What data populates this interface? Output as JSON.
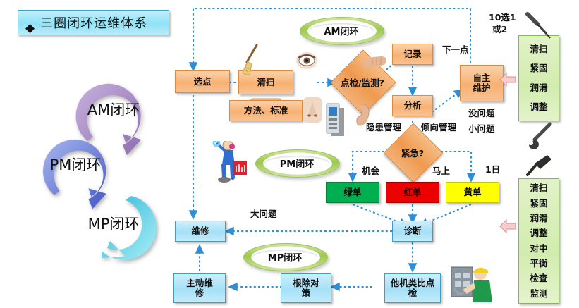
{
  "title": {
    "bullet": "◆",
    "text": "三圈闭环运维体系"
  },
  "colors": {
    "orange_node": "#f7b172",
    "blue_node": "#a5e0f7",
    "green_panel": "#d2ecaf",
    "green_card": "#00b050",
    "red_card": "#ec0000",
    "yellow_card": "#ffff00",
    "arrow_blue": "#2e8fd6",
    "title_cyan": "#8fe2f7",
    "ring_am": "#a98cc8",
    "ring_pm": "#6f83d8",
    "ring_mp": "#4fd0e8",
    "pink_arrow": "#f3c2c2"
  },
  "rings": [
    {
      "name": "am",
      "label": "AM闭环"
    },
    {
      "name": "pm",
      "label": "PM闭环"
    },
    {
      "name": "mp",
      "label": "MP闭环"
    }
  ],
  "loops": [
    {
      "name": "am",
      "label": "AM闭环"
    },
    {
      "name": "pm",
      "label": "PM闭环"
    },
    {
      "name": "mp",
      "label": "MP闭环"
    }
  ],
  "nodes": {
    "select_point": "选点",
    "cleaning": "清扫",
    "method_standard": "方法、标准",
    "record": "记录",
    "analysis": "分析",
    "autonomous_maintenance": "自主\n维护",
    "autonomous_maintenance_l1": "自主",
    "autonomous_maintenance_l2": "维护",
    "green_card": "绿单",
    "red_card": "红单",
    "yellow_card": "黄单",
    "diagnosis": "诊断",
    "repair": "维修",
    "active_maintenance_l1": "主动维",
    "active_maintenance_l2": "修",
    "eradication_l1": "根除对",
    "eradication_l2": "策",
    "other_machine_l1": "他机类比点",
    "other_machine_l2": "检"
  },
  "diamonds": {
    "inspection_monitoring": "点检/监测?",
    "urgent": "紧急?"
  },
  "labels": {
    "ten_choose_1": "10选1",
    "ten_choose_or2": "或2",
    "next_point": "下一点",
    "no_problem": "没问题",
    "small_problem": "小问题",
    "hidden_danger_mgmt": "隐患管理",
    "trend_mgmt": "倾向管理",
    "opportunity": "机会",
    "immediately": "马上",
    "one_day": "1日",
    "big_problem": "大问题"
  },
  "panels": {
    "am_tasks": {
      "items": [
        "清扫",
        "紧固",
        "润滑",
        "调整"
      ]
    },
    "pm_tasks": {
      "items": [
        "清扫",
        "紧固",
        "润滑",
        "调整",
        "对中",
        "平衡",
        "检查",
        "监测"
      ]
    }
  },
  "icons": {
    "title_diamond": "diamond-bullet-icon",
    "broom": "broom-icon",
    "eye": "eye-icon",
    "hand": "hand-icon",
    "nose": "nose-icon",
    "ear": "ear-icon",
    "meter": "handheld-meter-icon",
    "screwdriver": "screwdriver-icon",
    "wrench": "wrench-icon",
    "hammer": "hammer-icon",
    "worker_pm": "worker-with-toolbox-icon",
    "worker_inspect": "worker-inspecting-panel-icon",
    "pink_arrow_top": "pink-left-arrow-icon",
    "pink_arrow_bottom": "pink-left-arrow-icon"
  }
}
